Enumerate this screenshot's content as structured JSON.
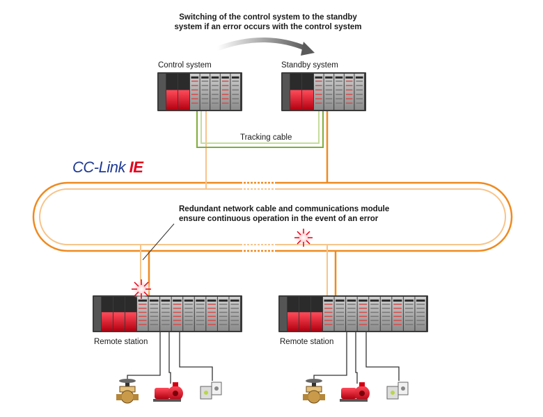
{
  "switch_caption": {
    "line1": "Switching of the control system to the standby",
    "line2": "system if an error occurs with the control system"
  },
  "labels": {
    "control_system": "Control system",
    "standby_system": "Standby system",
    "tracking_cable": "Tracking cable",
    "remote_station_left": "Remote station",
    "remote_station_right": "Remote station"
  },
  "logo": {
    "main": "CC-Link",
    "accent": "IE"
  },
  "network_caption": {
    "line1": "Redundant network cable and communications module",
    "line2": "ensure continuous operation in the event of an error"
  },
  "colors": {
    "network_primary": "#ef8a1f",
    "network_secondary": "#f7c48a",
    "tracking_cable": "#7fad3a",
    "logo_blue": "#1f3a93",
    "logo_red": "#e2001a",
    "error_burst": "#e2001a"
  },
  "devices": [
    "valve-icon",
    "motor-pump-icon",
    "sensor-icon"
  ]
}
